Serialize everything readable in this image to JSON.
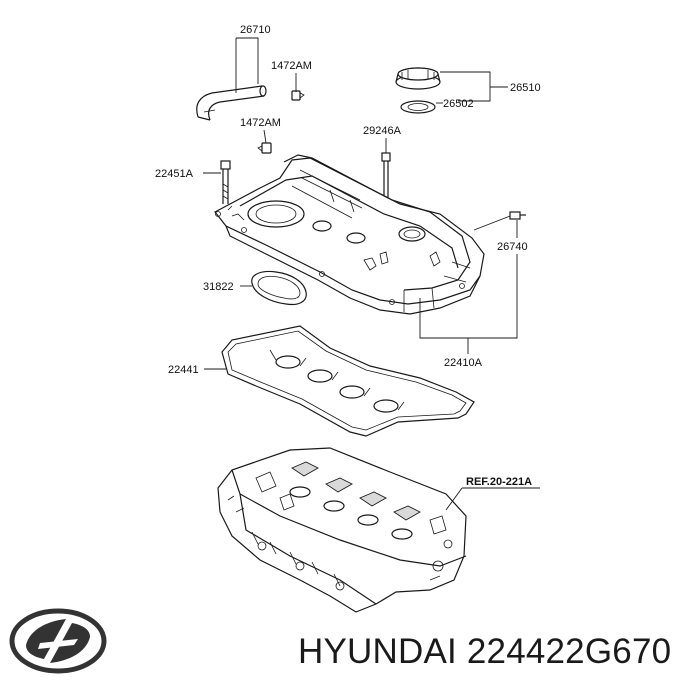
{
  "labels": {
    "p26710": "26710",
    "p1472AM_top": "1472AM",
    "p1472AM_mid": "1472AM",
    "p26510": "26510",
    "p26502": "26502",
    "p29246A": "29246A",
    "p22451A": "22451A",
    "p26740": "26740",
    "p31822": "31822",
    "p22410A": "22410A",
    "p22441": "22441",
    "ref": "REF.20-221A"
  },
  "caption": {
    "brand": "HYUNDAI",
    "part_number": "224422G670"
  },
  "logo": {
    "name": "hyundai-logo",
    "color": "#333333"
  }
}
